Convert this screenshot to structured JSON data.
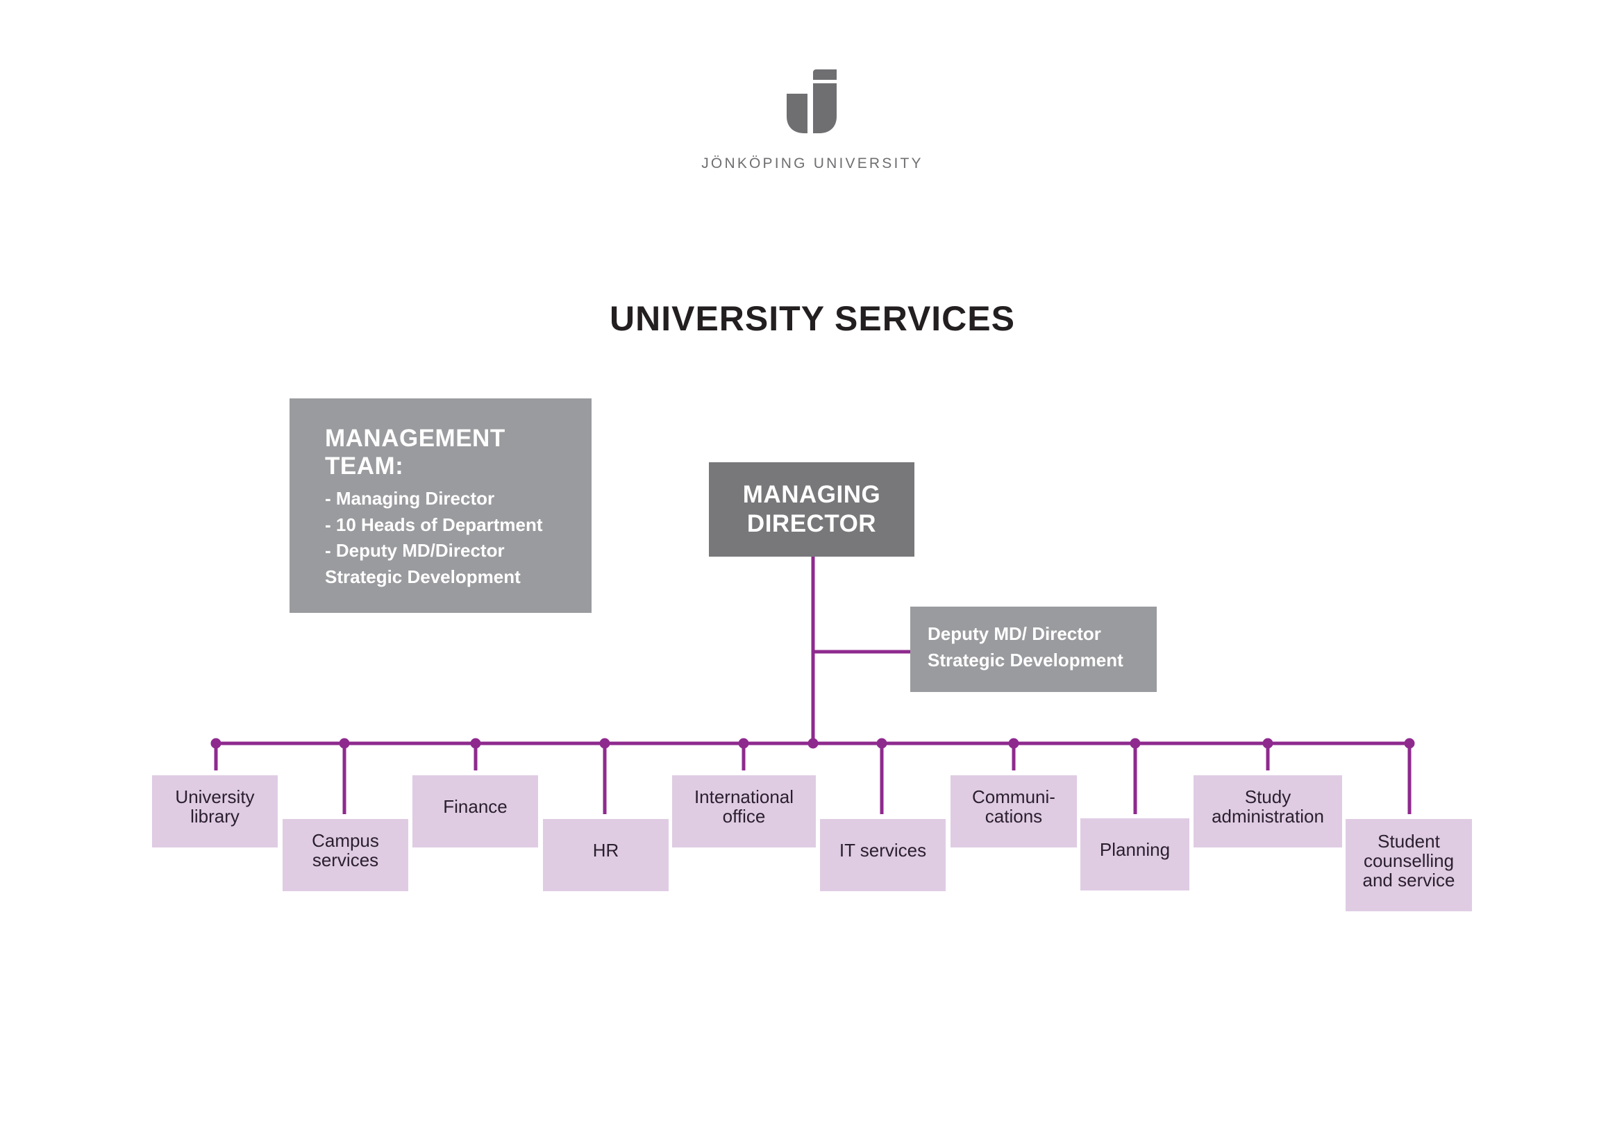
{
  "logo": {
    "icon": "jonkoping-university-j-mark",
    "wordmark": "JÖNKÖPING UNIVERSITY",
    "color": "#6f6f72"
  },
  "title": "UNIVERSITY SERVICES",
  "management_team": {
    "heading_line1": "MANAGEMENT",
    "heading_line2": "TEAM:",
    "items": [
      "- Managing Director",
      "- 10 Heads of Department",
      "- Deputy MD/Director",
      "Strategic Development"
    ]
  },
  "managing_director": {
    "line1": "MANAGING",
    "line2": "DIRECTOR"
  },
  "deputy": {
    "line1": "Deputy MD/ Director",
    "line2": "Strategic Development"
  },
  "departments": [
    {
      "line1": "University",
      "line2": "library"
    },
    {
      "line1": "Campus",
      "line2": "services"
    },
    {
      "line1": "Finance",
      "line2": ""
    },
    {
      "line1": "HR",
      "line2": ""
    },
    {
      "line1": "International",
      "line2": "office"
    },
    {
      "line1": "IT services",
      "line2": ""
    },
    {
      "line1": "Communi-",
      "line2": "cations"
    },
    {
      "line1": "Planning",
      "line2": ""
    },
    {
      "line1": "Study",
      "line2": "administration"
    },
    {
      "line1": "Student",
      "line2": "counselling",
      "line3": "and service"
    }
  ],
  "colors": {
    "connector": "#8e2a8e",
    "department_box": "#dfcce3",
    "managing_director_box": "#78787b",
    "secondary_box": "#9a9b9e",
    "department_text": "#2a1f2e"
  }
}
